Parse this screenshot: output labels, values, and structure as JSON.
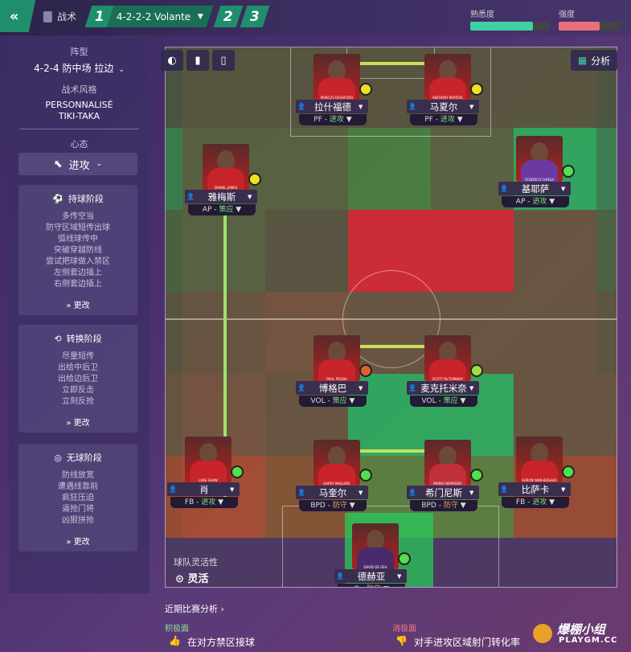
{
  "topbar": {
    "tactics_label": "战术",
    "tab1": "1",
    "formation_tab": "4-2-2-2 Volante",
    "tab2": "2",
    "tab3": "3",
    "familiarity_label": "熟悉度",
    "intensity_label": "强度",
    "familiarity": 0.8,
    "intensity": 0.65,
    "accent": "#1f8e6c"
  },
  "sidebar": {
    "formation_title": "阵型",
    "formation_value": "4-2-4 防中场 拉边",
    "style_title": "战术风格",
    "style_line1": "PERSONNALISÉ",
    "style_line2": "TIKI-TAKA",
    "mentality_title": "心态",
    "mentality_value": "进攻",
    "in_possession": {
      "title": "持球阶段",
      "items": [
        "多传空当",
        "防守区域短传出球",
        "弧线球传中",
        "突破穿越防线",
        "尝试把球做入禁区",
        "左侧套边插上",
        "右侧套边插上"
      ],
      "change": "更改"
    },
    "transition": {
      "title": "转换阶段",
      "items": [
        "尽量短传",
        "出给中后卫",
        "出给边后卫",
        "立即反击",
        "立刻反抢"
      ],
      "change": "更改"
    },
    "out_possession": {
      "title": "无球阶段",
      "items": [
        "防线放宽",
        "遭遇线靠前",
        "疯狂压迫",
        "逼抢门将",
        "凶狠拼抢"
      ],
      "change": "更改"
    }
  },
  "pitch": {
    "analysis_label": "分析",
    "flexibility_title": "球队灵活性",
    "flexibility_value": "灵活",
    "players": [
      {
        "name": "拉什福德",
        "role": "PF",
        "duty": "进攻",
        "cap": "MARCUS RASHFORD"
      },
      {
        "name": "马夏尔",
        "role": "PF",
        "duty": "进攻",
        "cap": "ANTHONY MARTIAL"
      },
      {
        "name": "雅梅斯",
        "role": "AP",
        "duty": "策应",
        "cap": "DANIEL JAMES"
      },
      {
        "name": "基耶萨",
        "role": "AP",
        "duty": "进攻",
        "cap": "FEDERICO CHIESA"
      },
      {
        "name": "博格巴",
        "role": "VOL",
        "duty": "策应",
        "cap": "PAUL POGBA"
      },
      {
        "name": "麦克托米奈",
        "role": "VOL",
        "duty": "策应",
        "cap": "SCOTT McTOMINAY"
      },
      {
        "name": "肖",
        "role": "FB",
        "duty": "进攻",
        "cap": "LUKE SHAW"
      },
      {
        "name": "马奎尔",
        "role": "BPD",
        "duty": "防守",
        "cap": "HARRY MAGUIRE"
      },
      {
        "name": "希门尼斯",
        "role": "BPD",
        "duty": "防守",
        "cap": "MARIO HERMOSO"
      },
      {
        "name": "比萨卡",
        "role": "FB",
        "duty": "进攻",
        "cap": "AARON WAN-BISSAKA"
      },
      {
        "name": "德赫亚",
        "role": "G",
        "duty": "防守",
        "cap": "DAVID DE GEA"
      }
    ]
  },
  "bottom": {
    "recent_analysis": "近期比赛分析",
    "positives_title": "积极面",
    "positive_item": "在对方禁区接球",
    "negatives_title": "消极面",
    "negative_item": "对手进攻区域射门转化率",
    "watermark1": "爆棚小组",
    "watermark2": "PLAYGM.CC"
  }
}
